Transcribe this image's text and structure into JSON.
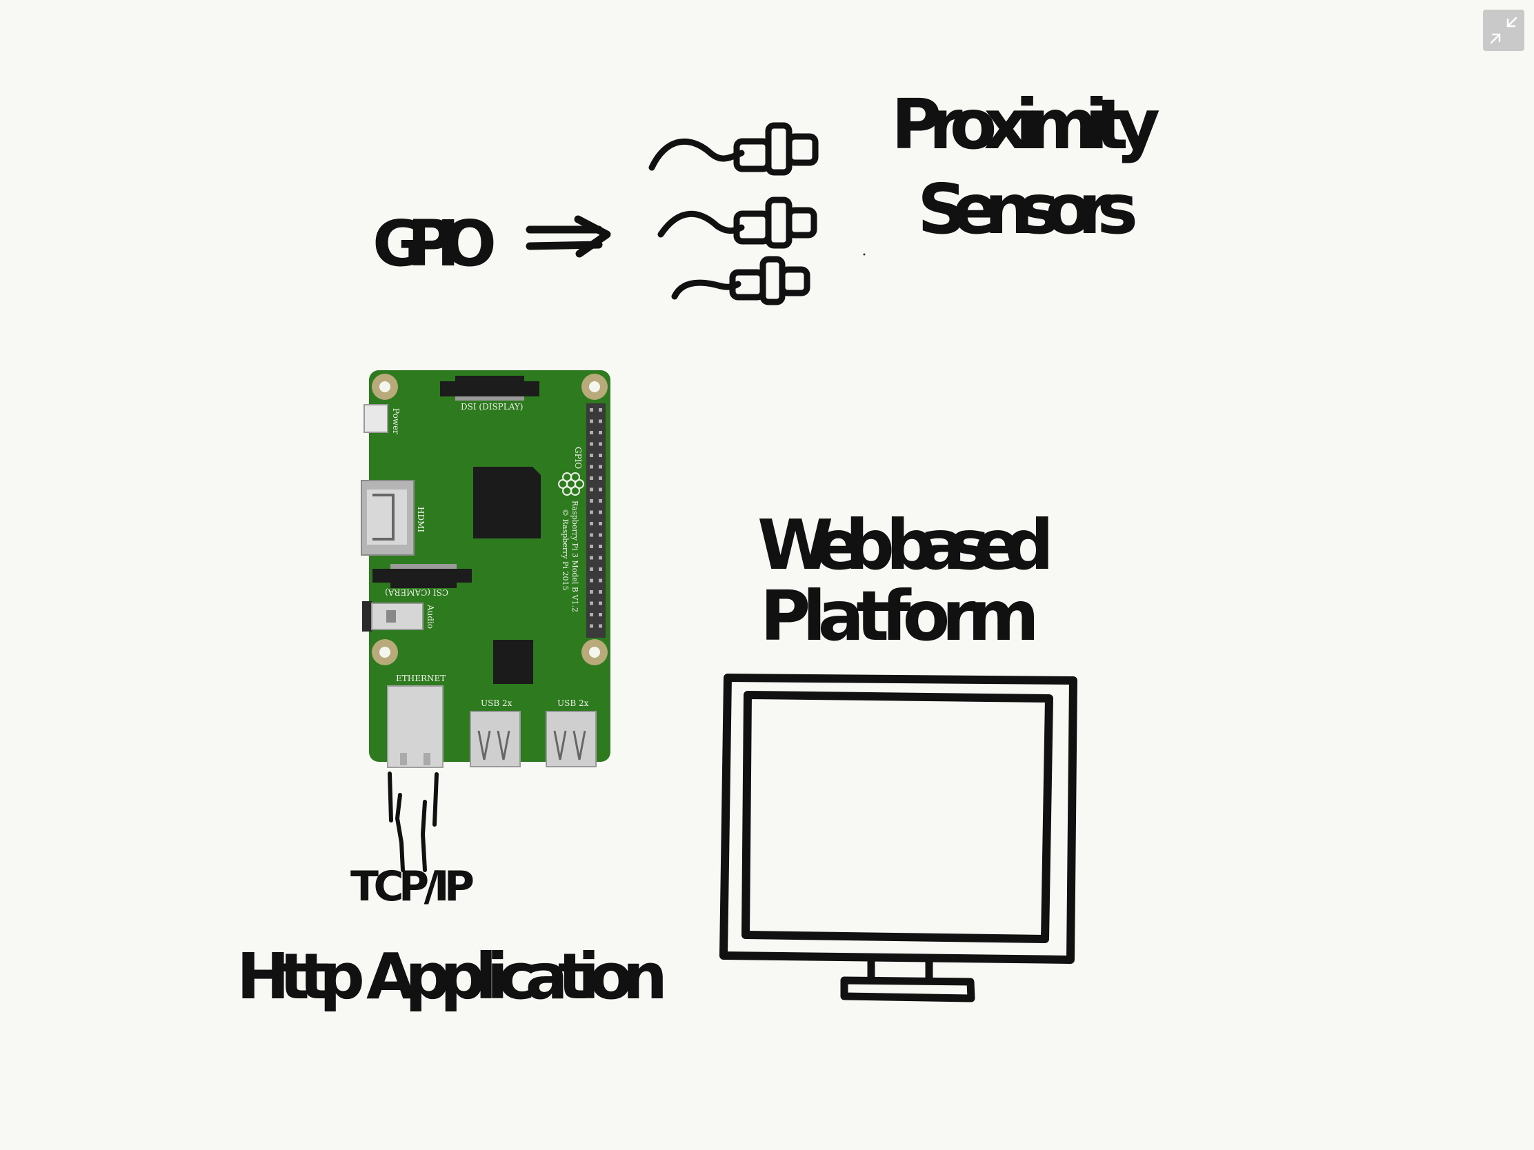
{
  "labels": {
    "gpio": "GPIO",
    "proximity_line1": "Proximity",
    "proximity_line2": "Sensors",
    "web_line1": "Web based",
    "web_line2": "Platform",
    "tcpip": "TCP/IP",
    "http_app": "Http Application"
  },
  "board": {
    "dsi": "DSI (DISPLAY)",
    "power": "Power",
    "hdmi": "HDMI",
    "csi": "CSI (CAMERA)",
    "audio": "Audio",
    "gpio": "GPIO",
    "model_line1": "Raspberry Pi 3 Model B V1.2",
    "model_line2": "© Raspberry Pi 2015",
    "ethernet": "ETHERNET",
    "usb1": "USB 2x",
    "usb2": "USB 2x"
  },
  "colors": {
    "background": "#f8f8f4",
    "ink": "#111111",
    "pcb": "#2e7a1f",
    "button": "#c9c9c9"
  },
  "icons": {
    "collapse": "collapse-arrows-icon"
  }
}
